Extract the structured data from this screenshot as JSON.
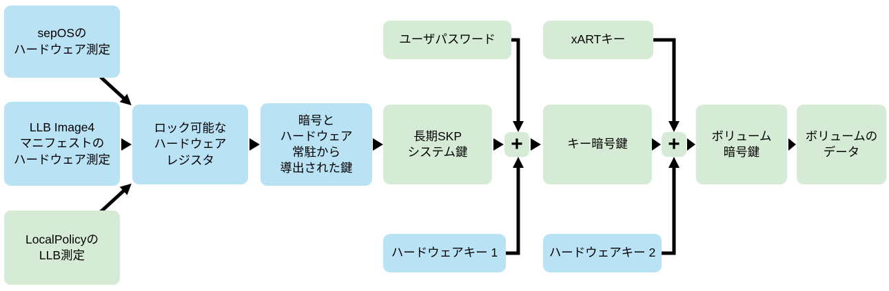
{
  "diagram": {
    "title": "key-hierarchy-flow",
    "plus": "+",
    "colors": {
      "blue": "#b9e2f5",
      "green": "#d6ebd5",
      "arrow": "#000000"
    },
    "nodes": {
      "sepos_measurement": {
        "label": "sepOSの\nハードウェア測定",
        "color": "blue"
      },
      "llb_image4_measurement": {
        "label": "LLB Image4\nマニフェストの\nハードウェア測定",
        "color": "blue"
      },
      "localpolicy_llb_measurement": {
        "label": "LocalPolicyの\nLLB測定",
        "color": "green"
      },
      "lockable_hardware_register": {
        "label": "ロック可能な\nハードウェア\nレジスタ",
        "color": "blue"
      },
      "hardware_derived_key": {
        "label": "暗号と\nハードウェア\n常駐から\n導出された鍵",
        "color": "blue"
      },
      "long_term_skp_system_key": {
        "label": "長期SKP\nシステム鍵",
        "color": "green"
      },
      "user_password": {
        "label": "ユーザパスワード",
        "color": "green"
      },
      "hardware_key_1": {
        "label": "ハードウェアキー 1",
        "color": "blue"
      },
      "key_encryption_key": {
        "label": "キー暗号鍵",
        "color": "green"
      },
      "xart_key": {
        "label": "xARTキー",
        "color": "green"
      },
      "hardware_key_2": {
        "label": "ハードウェアキー 2",
        "color": "blue"
      },
      "volume_encryption_key": {
        "label": "ボリューム\n暗号鍵",
        "color": "green"
      },
      "volume_data": {
        "label": "ボリュームの\nデータ",
        "color": "green"
      }
    }
  }
}
